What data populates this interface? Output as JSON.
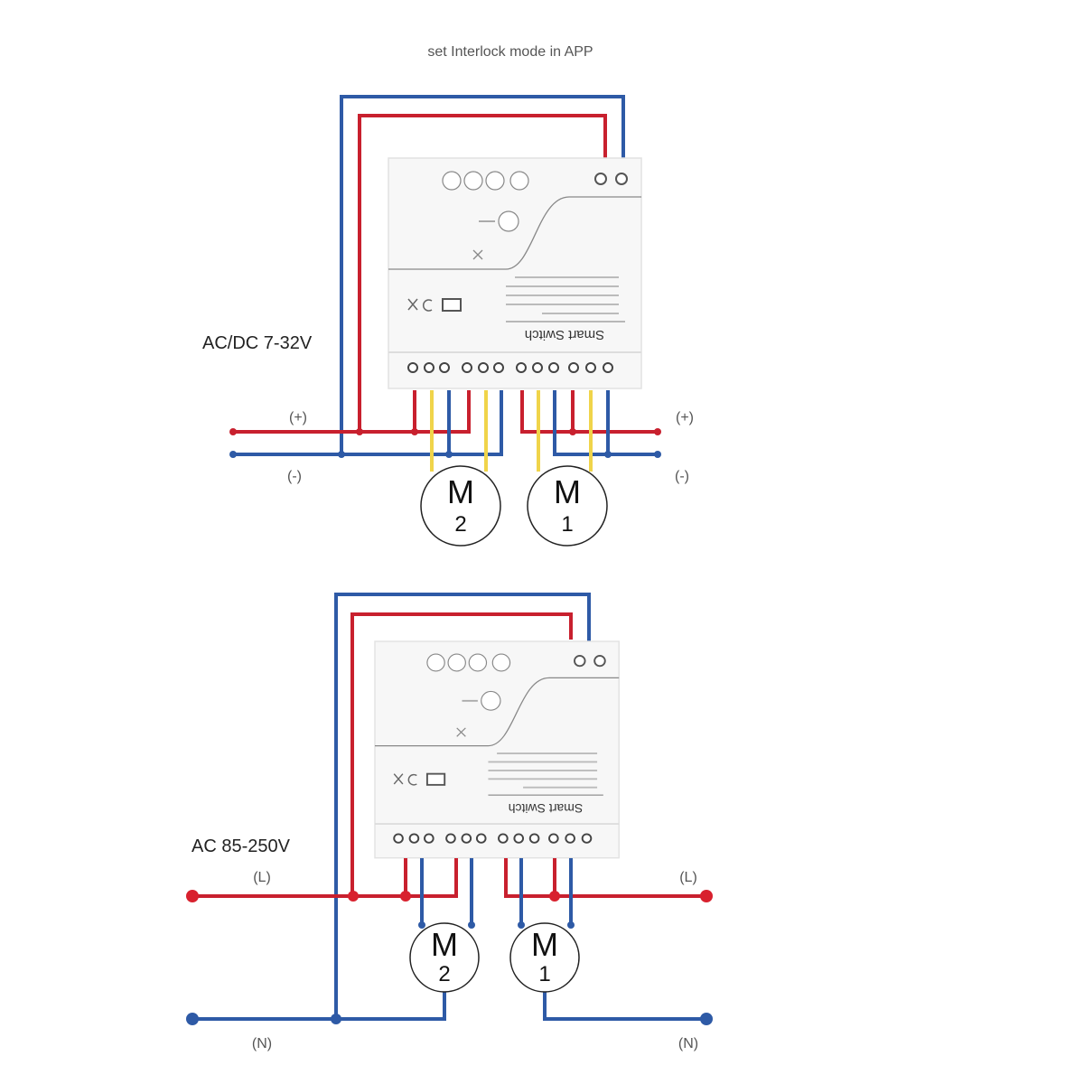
{
  "title": "set Interlock mode in APP",
  "colors": {
    "live": "#c8202e",
    "neutral": "#2e5aa6",
    "motor_wire": "#f0d44a",
    "module": "#f7f7f7"
  },
  "module": {
    "brand_text": "Smart Switch"
  },
  "dc_diagram": {
    "supply_label": "AC/DC 7-32V",
    "positive_left": "(+)",
    "positive_right": "(+)",
    "negative_left": "(-)",
    "negative_right": "(-)",
    "motor2": {
      "symbol": "M",
      "number": "2"
    },
    "motor1": {
      "symbol": "M",
      "number": "1"
    }
  },
  "ac_diagram": {
    "supply_label": "AC 85-250V",
    "live_left": "(L)",
    "live_right": "(L)",
    "neutral_left": "(N)",
    "neutral_right": "(N)",
    "motor2": {
      "symbol": "M",
      "number": "2"
    },
    "motor1": {
      "symbol": "M",
      "number": "1"
    }
  }
}
